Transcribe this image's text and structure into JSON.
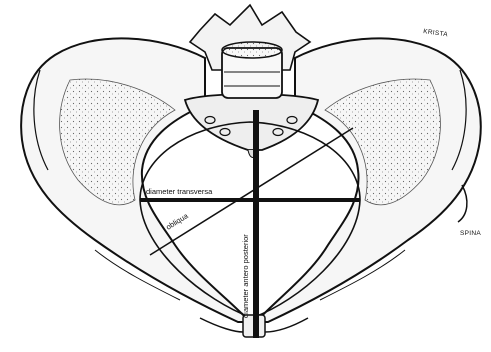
{
  "labels": {
    "krista": "KRISTA",
    "spina": "SPINA",
    "diameter_transversa": "diameter transversa",
    "obliqua": "obliqua",
    "diameter_antero_posterior": "diameter antero posterior"
  },
  "colors": {
    "ink": "#111111",
    "bone_fill": "#f6f6f6",
    "background": "#ffffff"
  }
}
